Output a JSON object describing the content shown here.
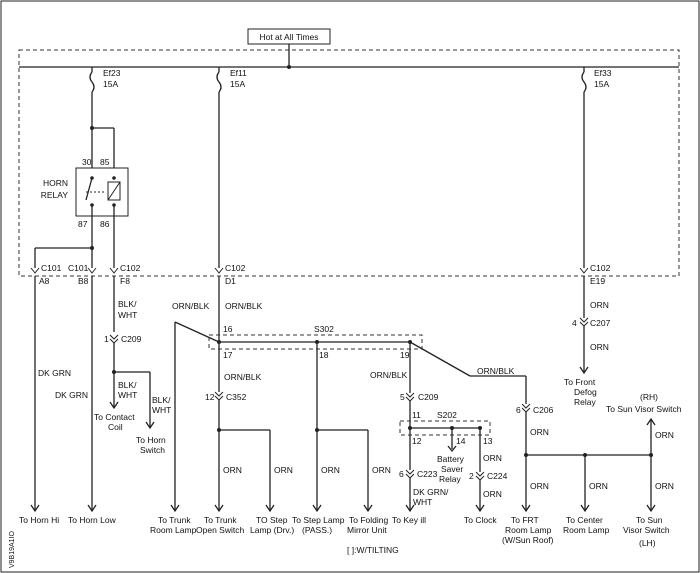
{
  "header": {
    "title": "Hot at All Times"
  },
  "fuses": [
    {
      "id": "Ef23",
      "rating": "15A"
    },
    {
      "id": "Ef11",
      "rating": "15A"
    },
    {
      "id": "Ef33",
      "rating": "15A"
    }
  ],
  "relay": {
    "name_line1": "HORN",
    "name_line2": "RELAY",
    "pins": [
      "30",
      "85",
      "87",
      "86"
    ]
  },
  "connectors": {
    "c101_a": "C101",
    "c101_a_pin": "A8",
    "c101_b": "C101",
    "c101_b_pin": "B8",
    "c102_a": "C102",
    "c102_a_pin": "F8",
    "c102_b": "C102",
    "c102_b_pin": "D1",
    "c102_c": "C102",
    "c102_c_pin": "E19",
    "c209_a": "C209",
    "c209_a_pin": "1",
    "c352": "C352",
    "c352_pin": "12",
    "c207": "C207",
    "c207_pin": "4",
    "c209_b": "C209",
    "c209_b_pin": "5",
    "c206": "C206",
    "c206_pin": "6",
    "c223": "C223",
    "c223_pin": "6",
    "c224": "C224",
    "c224_pin": "2"
  },
  "splices": {
    "s302": {
      "name": "S302",
      "pins": [
        "16",
        "17",
        "18",
        "19"
      ]
    },
    "s202": {
      "name": "S202",
      "pins": [
        "11",
        "12",
        "14",
        "13"
      ]
    }
  },
  "wire_colors": {
    "dk_grn_1": "DK GRN",
    "dk_grn_2": "DK GRN",
    "blk_wht_1a": "BLK/",
    "blk_wht_1b": "WHT",
    "blk_wht_2a": "BLK/",
    "blk_wht_2b": "WHT",
    "blk_wht_3a": "BLK/",
    "blk_wht_3b": "WHT",
    "orn_blk_1": "ORN/BLK",
    "orn_blk_2": "ORN/BLK",
    "orn_blk_3": "ORN/BLK",
    "orn_blk_4": "ORN/BLK",
    "orn_blk_5": "ORN/BLK",
    "orn_1": "ORN",
    "orn_2": "ORN",
    "orn_3": "ORN",
    "orn_4": "ORN",
    "orn_5": "ORN",
    "orn_6": "ORN",
    "orn_7": "ORN",
    "orn_8": "ORN",
    "orn_9": "ORN",
    "orn_10": "ORN",
    "orn_11": "ORN",
    "orn_12": "ORN",
    "dk_grn_wht_a": "DK GRN/",
    "dk_grn_wht_b": "WHT"
  },
  "destinations": {
    "horn_hi": "To Horn Hi",
    "horn_low": "To Horn Low",
    "contact_coil_1": "To Contact",
    "contact_coil_2": "Coil",
    "horn_switch_1": "To Horn",
    "horn_switch_2": "Switch",
    "trunk_room_1": "To Trunk",
    "trunk_room_2": "Room Lamp",
    "trunk_open_1": "To Trunk",
    "trunk_open_2": "Open Switch",
    "step_drv_1": "TO Step",
    "step_drv_2": "Lamp (Drv.)",
    "step_pass_1": "To Step Lamp",
    "step_pass_2": "(PASS.)",
    "folding_1": "To Folding",
    "folding_2": "Mirror Unit",
    "key_ill": "To Key ill",
    "battery_saver_1": "Battery",
    "battery_saver_2": "Saver",
    "battery_saver_3": "Relay",
    "clock": "To Clock",
    "frt_room_1": "To FRT",
    "frt_room_2": "Room Lamp",
    "frt_room_3": "(W/Sun Roof)",
    "center_room_1": "To Center",
    "center_room_2": "Room Lamp",
    "sun_visor_lh_1": "To Sun",
    "sun_visor_lh_2": "Visor Switch",
    "sun_visor_lh_3": "(LH)",
    "sun_visor_rh_1": "(RH)",
    "sun_visor_rh_2": "To Sun Visor Switch",
    "front_defog_1": "To Front",
    "front_defog_2": "Defog",
    "front_defog_3": "Relay"
  },
  "footnote": "[ ]:W/TILTING",
  "side_code": "V9B19A1IO"
}
